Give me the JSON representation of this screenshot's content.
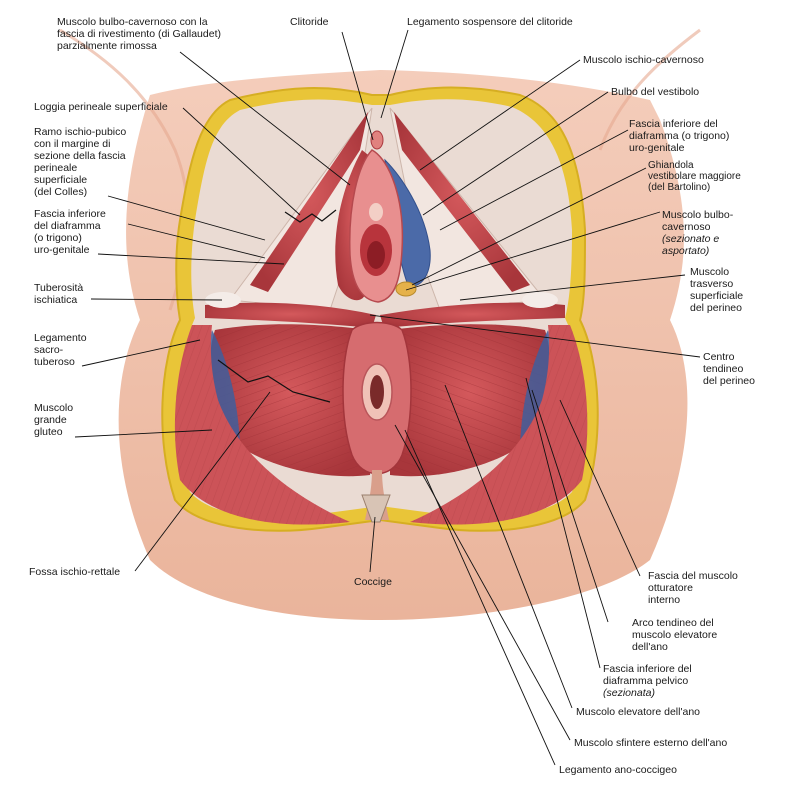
{
  "labels": {
    "bulbocav_gallaudet": [
      "Muscolo bulbo-cavernoso con la",
      "fascia di rivestimento (di Gallaudet)",
      "parzialmente rimossa"
    ],
    "clitoride": "Clitoride",
    "legamento_sospensore": "Legamento sospensore del clitoride",
    "ischio_cavernoso": "Muscolo ischio-cavernoso",
    "bulbo_vestibolo": "Bulbo del vestibolo",
    "loggia_perineale": "Loggia perineale superficiale",
    "ramo_ischio_pubico": [
      "Ramo ischio-pubico",
      "con il margine di",
      "sezione della fascia",
      "perineale",
      "superficiale",
      "(del Colles)"
    ],
    "fascia_inf_diaframma_right": [
      "Fascia inferiore del",
      "diaframma (o trigono)",
      "uro-genitale"
    ],
    "ghiandola": [
      "Ghiandola",
      "vestibolare maggiore",
      "(del Bartolino)"
    ],
    "fascia_inf_diaframma_left": [
      "Fascia inferiore",
      "del diaframma",
      "(o trigono)",
      "uro-genitale"
    ],
    "bulbocav_sez": [
      "Muscolo bulbo-",
      "cavernoso"
    ],
    "bulbocav_sez_italic": [
      "(sezionato e",
      "asportato)"
    ],
    "tuberosita": [
      "Tuberosità",
      "ischiatica"
    ],
    "trasverso": [
      "Muscolo",
      "trasverso",
      "superficiale",
      "del perineo"
    ],
    "sacrotuberoso": [
      "Legamento",
      "sacro-",
      "tuberoso"
    ],
    "centro_tendineo": [
      "Centro",
      "tendineo",
      "del perineo"
    ],
    "grande_gluteo": [
      "Muscolo",
      "grande",
      "gluteo"
    ],
    "fossa_ischio": "Fossa ischio-rettale",
    "coccige": "Coccige",
    "fascia_otturatore": [
      "Fascia del muscolo",
      "otturatore",
      "interno"
    ],
    "arco_tendineo": [
      "Arco tendineo del",
      "muscolo elevatore",
      "dell'ano"
    ],
    "fascia_pelvico": [
      "Fascia inferiore del",
      "diaframma pelvico"
    ],
    "fascia_pelvico_italic": "(sezionata)",
    "elevatore": "Muscolo elevatore dell'ano",
    "sfintere": "Muscolo sfintere esterno dell'ano",
    "ano_coccigeo": "Legamento ano-coccigeo"
  },
  "colors": {
    "skin": "#f1c7b3",
    "skin_dark": "#e0a88f",
    "fat": "#e8c53a",
    "muscle": "#c9494e",
    "muscle_dark": "#a83338",
    "fascia": "#e9d9d2",
    "vein": "#4b6aa8"
  }
}
